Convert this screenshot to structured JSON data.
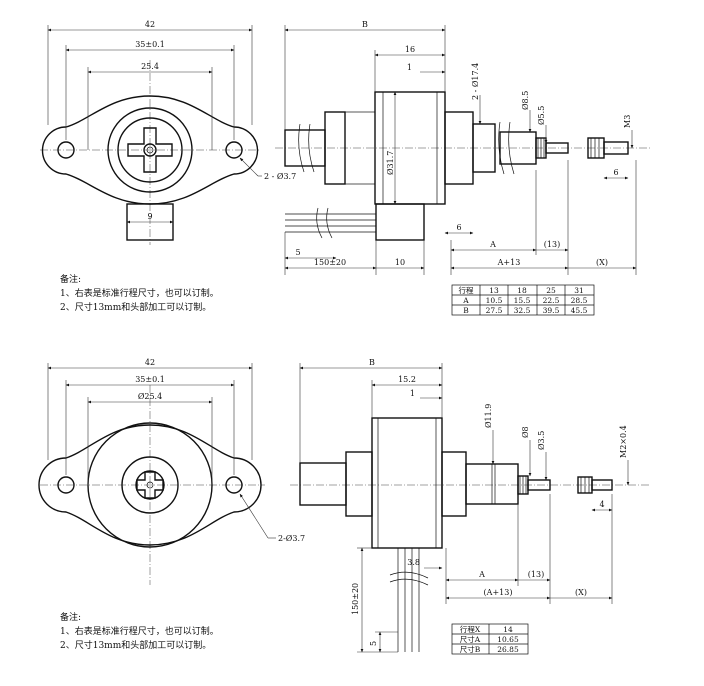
{
  "top": {
    "front": {
      "dim_overall": "42",
      "dim_mount": "35±0.1",
      "dim_boss": "25.4",
      "dim_holes": "2 - Ø3.7",
      "dim_tab": "9"
    },
    "side": {
      "dim_B": "B",
      "dim_16": "16",
      "dim_1": "1",
      "dim_d17": "2 - Ø17.4",
      "dim_d85": "Ø8.5",
      "dim_d55": "Ø5.5",
      "dim_m3": "M3",
      "dim_d317": "Ø31.7",
      "dim_6a": "6",
      "dim_6b": "6",
      "dim_A": "A",
      "dim_13": "(13)",
      "dim_A13": "A+13",
      "dim_X": "(X)",
      "dim_5": "5",
      "dim_lead": "150±20",
      "dim_10": "10"
    },
    "notes": {
      "title": "备注:",
      "line1": "1、右表是标准行程尺寸，也可以订制。",
      "line2": "2、尺寸13mm和头部加工可以订制。"
    },
    "table": {
      "header": [
        "行程",
        "13",
        "18",
        "25",
        "31"
      ],
      "rows": [
        [
          "A",
          "10.5",
          "15.5",
          "22.5",
          "28.5"
        ],
        [
          "B",
          "27.5",
          "32.5",
          "39.5",
          "45.5"
        ]
      ]
    }
  },
  "bottom": {
    "front": {
      "dim_overall": "42",
      "dim_mount": "35±0.1",
      "dim_boss": "Ø25.4",
      "dim_holes": "2-Ø3.7"
    },
    "side": {
      "dim_B": "B",
      "dim_152": "15.2",
      "dim_1": "1",
      "dim_d119": "Ø11.9",
      "dim_d8": "Ø8",
      "dim_d35": "Ø3.5",
      "dim_m2": "M2×0.4",
      "dim_4": "4",
      "dim_38": "3.8",
      "dim_A": "A",
      "dim_13": "(13)",
      "dim_A13": "(A+13)",
      "dim_X": "(X)",
      "dim_lead": "150±20",
      "dim_5": "5"
    },
    "notes": {
      "title": "备注:",
      "line1": "1、右表是标准行程尺寸，也可以订制。",
      "line2": "2、尺寸13mm和头部加工可以订制。"
    },
    "table": {
      "header": [
        "行程X",
        "14"
      ],
      "rows": [
        [
          "尺寸A",
          "10.65"
        ],
        [
          "尺寸B",
          "26.85"
        ]
      ]
    }
  }
}
